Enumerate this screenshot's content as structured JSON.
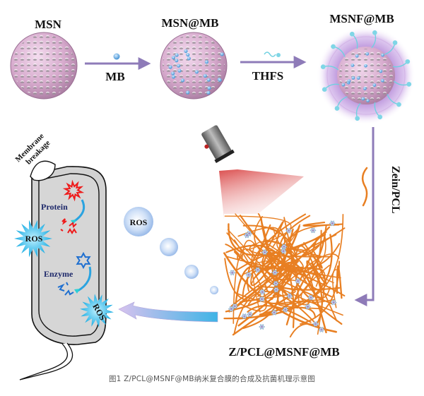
{
  "stages": {
    "msn": {
      "label": "MSN"
    },
    "msn_mb": {
      "label": "MSN@MB"
    },
    "msnf_mb": {
      "label": "MSNF@MB"
    }
  },
  "steps": {
    "step1": {
      "reagent": "MB"
    },
    "step2": {
      "reagent": "THFS"
    },
    "step3": {
      "reagent": "Zein/PCL"
    }
  },
  "membrane": {
    "label": "Z/PCL@MSNF@MB"
  },
  "bacterium": {
    "membrane_label_line1": "Membrane",
    "membrane_label_line2": "breakage",
    "protein_label": "Protein",
    "enzyme_label": "Enzyme",
    "ros_label_left": "ROS",
    "ros_label_bottom": "ROS"
  },
  "ros_bubble": {
    "label": "ROS"
  },
  "caption": "图1  Z/PCL@MSNF@MB纳米复合膜的合成及抗菌机理示意图",
  "colors": {
    "arrow": "#8e7bb8",
    "sphere": "#d9aed0",
    "mb_dot": "#5fa8dc",
    "fiber": "#e87f22",
    "ros_star": "#1db8ea",
    "red_light": "#d94040",
    "text_dark_blue": "#1f2a6b"
  }
}
